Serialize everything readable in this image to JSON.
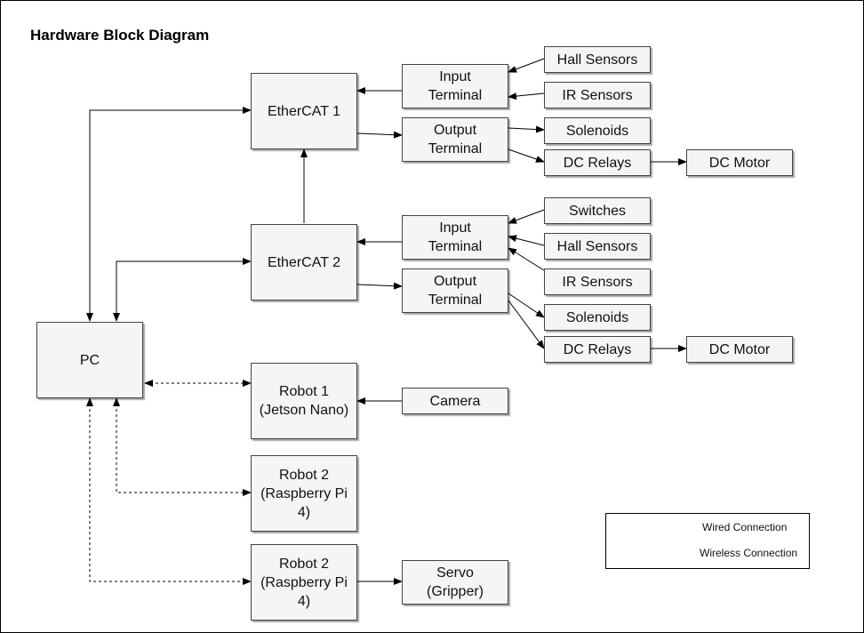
{
  "title": "Hardware Block Diagram",
  "nodes": {
    "ethercat1": "EtherCAT 1",
    "ethercat2": "EtherCAT 2",
    "input1": "Input\nTerminal",
    "output1": "Output\nTerminal",
    "input2": "Input\nTerminal",
    "output2": "Output\nTerminal",
    "hall1": "Hall Sensors",
    "ir1": "IR Sensors",
    "solenoids1": "Solenoids",
    "relays1": "DC Relays",
    "motor1": "DC Motor",
    "switches2": "Switches",
    "hall2": "Hall Sensors",
    "ir2": "IR Sensors",
    "solenoids2": "Solenoids",
    "relays2": "DC Relays",
    "motor2": "DC Motor",
    "pc": "PC",
    "robot1": "Robot 1\n(Jetson Nano)",
    "camera": "Camera",
    "robot2a": "Robot 2\n(Raspberry Pi\n4)",
    "robot2b": "Robot 2\n(Raspberry Pi\n4)",
    "servo": "Servo\n(Gripper)"
  },
  "legend": {
    "wired": "Wired Connection",
    "wireless": "Wireless Connection"
  },
  "colors": {
    "line": "#000000",
    "box_fill": "#f5f5f5"
  }
}
